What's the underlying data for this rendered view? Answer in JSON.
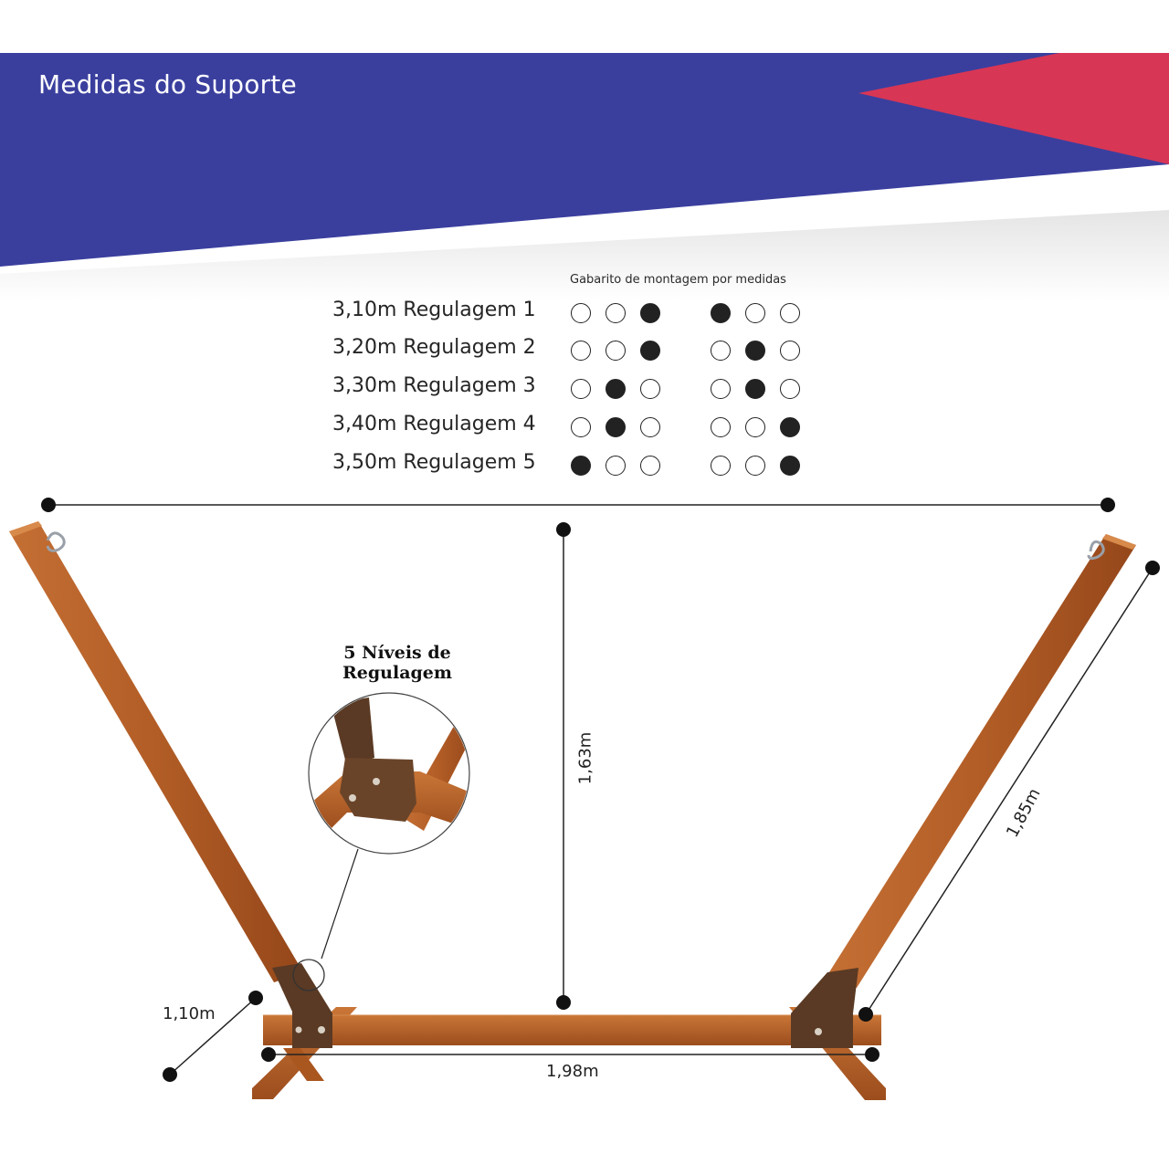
{
  "banner": {
    "title": "Medidas do Suporte",
    "colors": {
      "blue": "#3a3f9e",
      "red": "#d83655"
    }
  },
  "chart": {
    "title": "Gabarito de montagem por medidas",
    "rows": [
      {
        "label": "3,10m Regulagem 1",
        "left": [
          0,
          0,
          1
        ],
        "right": [
          1,
          0,
          0
        ]
      },
      {
        "label": "3,20m Regulagem 2",
        "left": [
          0,
          0,
          1
        ],
        "right": [
          0,
          1,
          0
        ]
      },
      {
        "label": "3,30m Regulagem 3",
        "left": [
          0,
          1,
          0
        ],
        "right": [
          0,
          1,
          0
        ]
      },
      {
        "label": "3,40m Regulagem 4",
        "left": [
          0,
          1,
          0
        ],
        "right": [
          0,
          0,
          1
        ]
      },
      {
        "label": "3,50m Regulagem 5",
        "left": [
          1,
          0,
          0
        ],
        "right": [
          0,
          0,
          1
        ]
      }
    ]
  },
  "dimensions": {
    "height": "1,63m",
    "arm": "1,85m",
    "depth": "1,10m",
    "base": "1,98m"
  },
  "callout": {
    "line1": "5 Níveis de",
    "line2": "Regulagem"
  },
  "colors": {
    "wood": "#b8622a",
    "wood_dark": "#8e4618",
    "bracket": "#5a3a24"
  }
}
